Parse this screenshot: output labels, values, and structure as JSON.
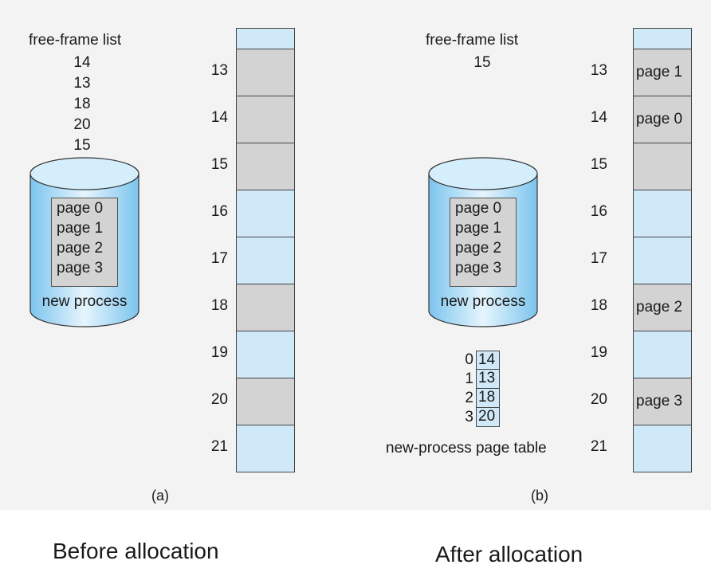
{
  "left": {
    "free_list_title": "free-frame list",
    "free_list": [
      "14",
      "13",
      "18",
      "20",
      "15"
    ],
    "disk_pages": [
      "page 0",
      "page 1",
      "page 2",
      "page 3"
    ],
    "disk_label": "new process",
    "frame_numbers": [
      "13",
      "14",
      "15",
      "16",
      "17",
      "18",
      "19",
      "20",
      "21"
    ],
    "frames": [
      {
        "state": "used",
        "content": ""
      },
      {
        "state": "used",
        "content": ""
      },
      {
        "state": "used",
        "content": ""
      },
      {
        "state": "free",
        "content": ""
      },
      {
        "state": "free",
        "content": ""
      },
      {
        "state": "used",
        "content": ""
      },
      {
        "state": "free",
        "content": ""
      },
      {
        "state": "used",
        "content": ""
      },
      {
        "state": "free",
        "content": ""
      }
    ],
    "sub_label": "(a)",
    "caption": "Before allocation"
  },
  "right": {
    "free_list_title": "free-frame list",
    "free_list": [
      "15"
    ],
    "disk_pages": [
      "page 0",
      "page 1",
      "page 2",
      "page 3"
    ],
    "disk_label": "new process",
    "page_table": {
      "indices": [
        "0",
        "1",
        "2",
        "3"
      ],
      "frames": [
        "14",
        "13",
        "18",
        "20"
      ],
      "label": "new-process page table"
    },
    "frame_numbers": [
      "13",
      "14",
      "15",
      "16",
      "17",
      "18",
      "19",
      "20",
      "21"
    ],
    "frames": [
      {
        "state": "used",
        "content": "page 1"
      },
      {
        "state": "used",
        "content": "page 0"
      },
      {
        "state": "used",
        "content": ""
      },
      {
        "state": "free",
        "content": ""
      },
      {
        "state": "free",
        "content": ""
      },
      {
        "state": "used",
        "content": "page 2"
      },
      {
        "state": "free",
        "content": ""
      },
      {
        "state": "used",
        "content": "page 3"
      },
      {
        "state": "free",
        "content": ""
      }
    ],
    "sub_label": "(b)",
    "caption": "After allocation"
  },
  "colors": {
    "free_frame": "#cfe9f8",
    "used_frame": "#d3d3d3",
    "disk_fill": "#9fd3f0"
  }
}
